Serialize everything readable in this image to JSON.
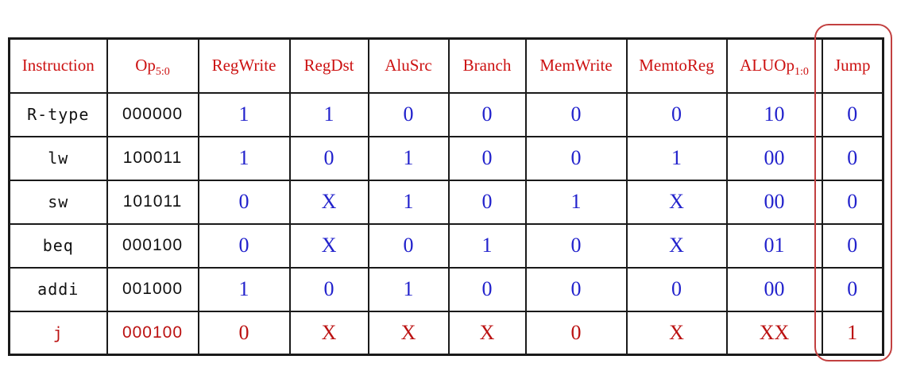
{
  "figure": {
    "description_visible": false
  },
  "colors": {
    "header_text": "#cc1111",
    "value_text": "#2222cc",
    "highlight_text": "#bb1111",
    "border": "#1a1a1a",
    "jump_outline": "#c24040"
  },
  "table": {
    "columns": [
      {
        "label": "Instruction",
        "subscript": ""
      },
      {
        "label": "Op",
        "subscript": "5:0"
      },
      {
        "label": "RegWrite",
        "subscript": ""
      },
      {
        "label": "RegDst",
        "subscript": ""
      },
      {
        "label": "AluSrc",
        "subscript": ""
      },
      {
        "label": "Branch",
        "subscript": ""
      },
      {
        "label": "MemWrite",
        "subscript": ""
      },
      {
        "label": "MemtoReg",
        "subscript": ""
      },
      {
        "label": "ALUOp",
        "subscript": "1:0"
      },
      {
        "label": "Jump",
        "subscript": ""
      }
    ],
    "rows": [
      {
        "instruction": "R-type",
        "op": "000000",
        "values": [
          "1",
          "1",
          "0",
          "0",
          "0",
          "0",
          "10",
          "0"
        ],
        "highlight": false
      },
      {
        "instruction": "lw",
        "op": "100011",
        "values": [
          "1",
          "0",
          "1",
          "0",
          "0",
          "1",
          "00",
          "0"
        ],
        "highlight": false
      },
      {
        "instruction": "sw",
        "op": "101011",
        "values": [
          "0",
          "X",
          "1",
          "0",
          "1",
          "X",
          "00",
          "0"
        ],
        "highlight": false
      },
      {
        "instruction": "beq",
        "op": "000100",
        "values": [
          "0",
          "X",
          "0",
          "1",
          "0",
          "X",
          "01",
          "0"
        ],
        "highlight": false
      },
      {
        "instruction": "addi",
        "op": "001000",
        "values": [
          "1",
          "0",
          "1",
          "0",
          "0",
          "0",
          "00",
          "0"
        ],
        "highlight": false
      },
      {
        "instruction": "j",
        "op": "000100",
        "values": [
          "0",
          "X",
          "X",
          "X",
          "0",
          "X",
          "XX",
          "1"
        ],
        "highlight": true
      }
    ],
    "annotation": {
      "circled_column": "Jump"
    }
  }
}
